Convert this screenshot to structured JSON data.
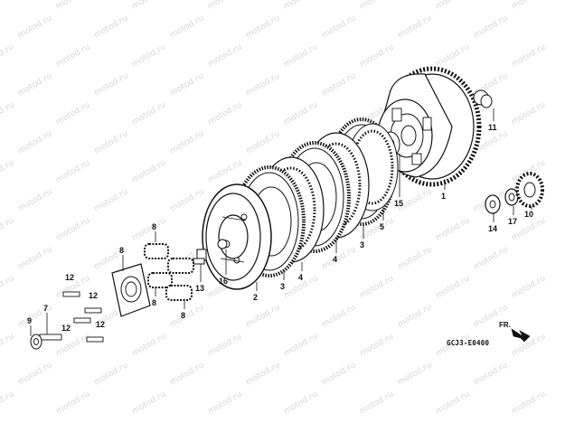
{
  "watermark": "motod.ru",
  "diagram_code": "GCJ3-E0400",
  "direction_marker": "FR.",
  "callouts": {
    "c1": "1",
    "c2": "2",
    "c3a": "3",
    "c3b": "3",
    "c4a": "4",
    "c4b": "4",
    "c5": "5",
    "c7": "7",
    "c8a": "8",
    "c8b": "8",
    "c8c": "8",
    "c9": "9",
    "c10": "10",
    "c11": "11",
    "c12a": "12",
    "c12b": "12",
    "c12c": "12",
    "c12d": "12",
    "c13": "13",
    "c14": "14",
    "c15": "15",
    "c16": "16",
    "c17": "17"
  },
  "colors": {
    "line": "#111111",
    "watermark": "#d6d6d6",
    "background": "#ffffff"
  }
}
